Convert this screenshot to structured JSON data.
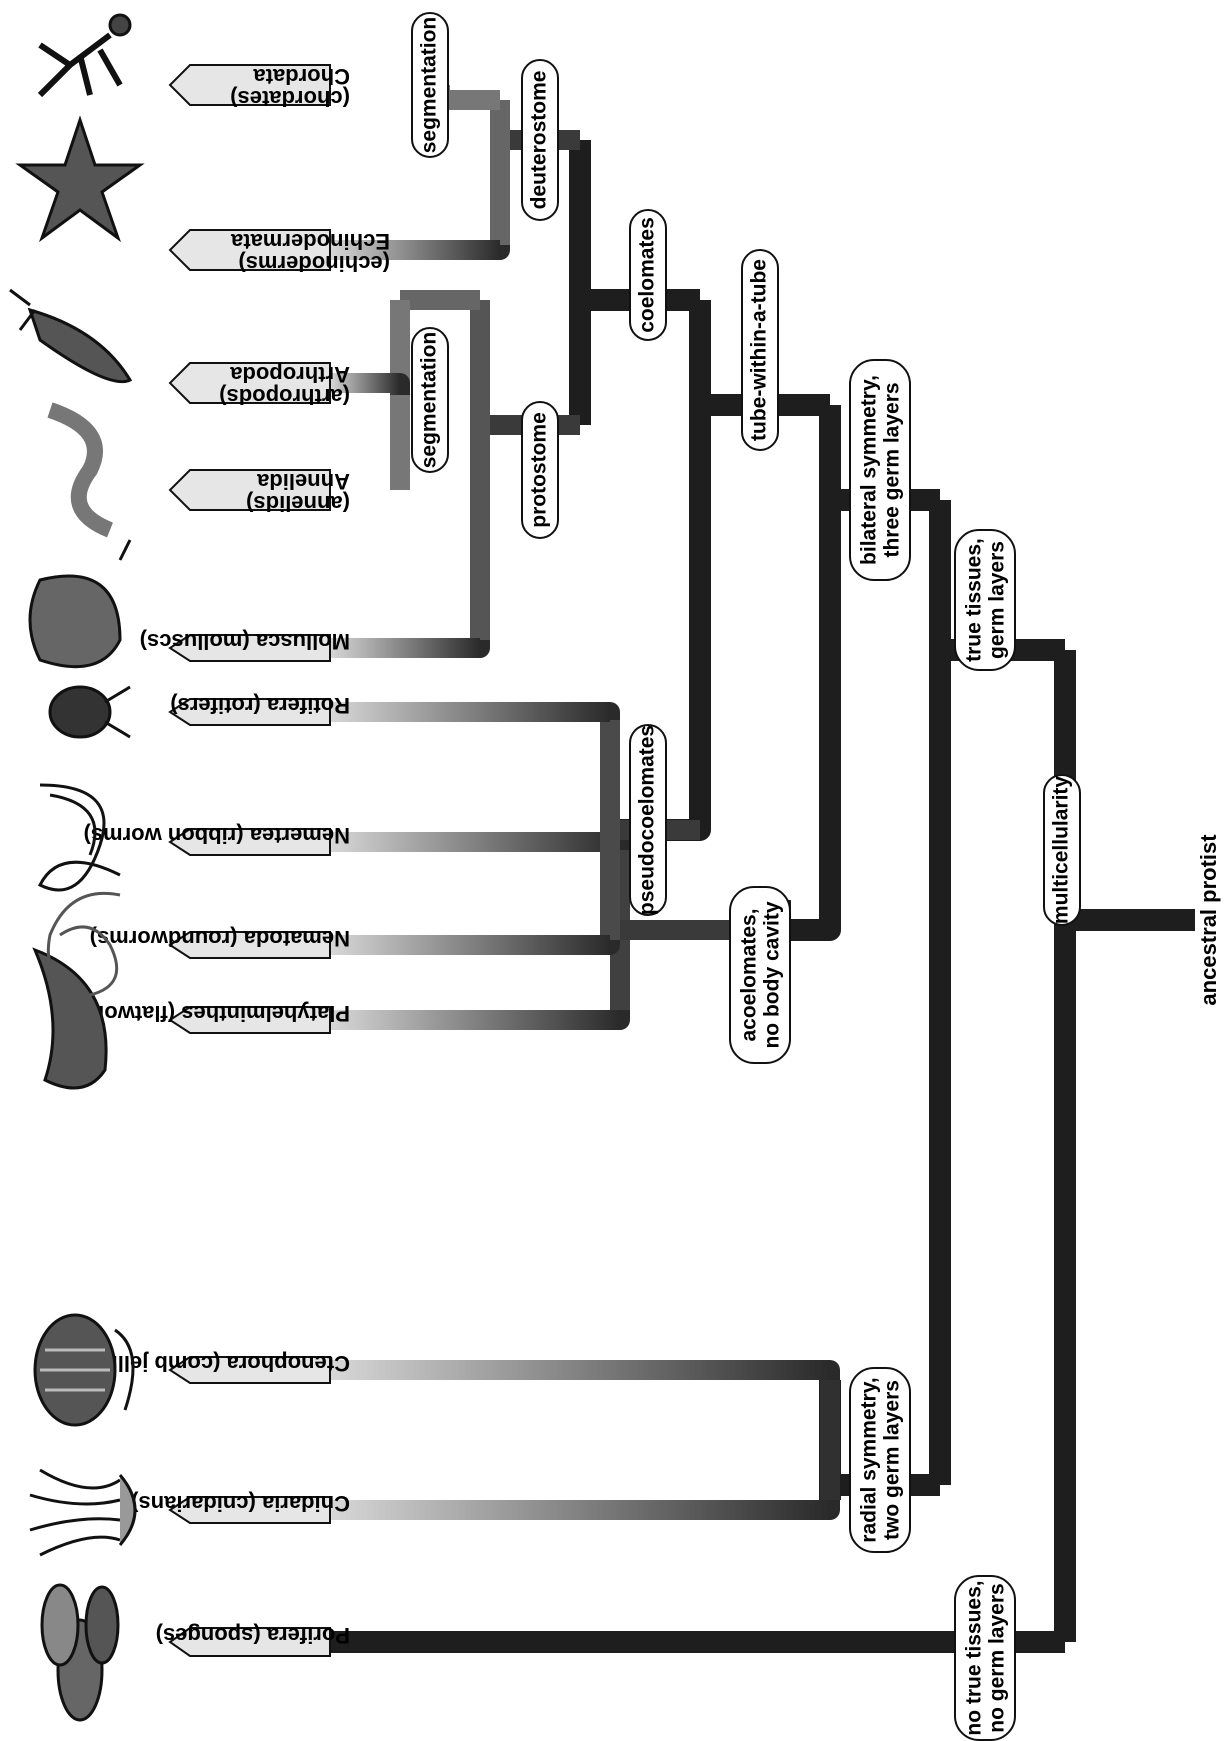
{
  "root": {
    "label": "ancestral protist"
  },
  "nodes": {
    "multicellularity": "multicellularity",
    "no_true_tissues": [
      "no true tissues,",
      "no germ layers"
    ],
    "true_tissues": [
      "true tissues,",
      "germ layers"
    ],
    "radial_symmetry": [
      "radial symmetry,",
      "two germ layers"
    ],
    "bilateral_symmetry": [
      "bilateral symmetry,",
      "three germ layers"
    ],
    "acoelomates": [
      "acoelomates,",
      "no body cavity"
    ],
    "tube_within_a_tube": "tube-within-a-tube",
    "pseudocoelomates": "pseudocoelomates",
    "coelomates": "coelomates",
    "protostome": "protostome",
    "deuterostome": "deuterostome",
    "segmentation_protostome": "segmentation",
    "segmentation_deuterostome": "segmentation"
  },
  "taxa": [
    {
      "id": "porifera",
      "label": "Porifera (sponges)",
      "icon": "sponge-icon"
    },
    {
      "id": "cnidaria",
      "label": "Cnidaria (cnidarians)",
      "icon": "jellyfish-icon"
    },
    {
      "id": "ctenophora",
      "label": "Ctenophora (comb jellies)",
      "icon": "comb-jelly-icon"
    },
    {
      "id": "platyhelminthes",
      "label": "Platyhelminthes (flatworms)",
      "icon": "flatworm-icon"
    },
    {
      "id": "nemertea",
      "label": "Nemertea (ribbon worms)",
      "icon": "ribbon-worm-icon"
    },
    {
      "id": "nematoda",
      "label": "Nematoda (roundworms)",
      "icon": "roundworm-icon"
    },
    {
      "id": "rotifera",
      "label": "Rotifera (rotifers)",
      "icon": "rotifer-icon"
    },
    {
      "id": "mollusca",
      "label": "Mollusca (molluscs)",
      "icon": "snail-icon"
    },
    {
      "id": "annelida",
      "label": [
        "Annelida",
        "(annelids)"
      ],
      "icon": "earthworm-icon"
    },
    {
      "id": "arthropoda",
      "label": [
        "Arthropoda",
        "(arthropods)"
      ],
      "icon": "lobster-icon"
    },
    {
      "id": "echinodermata",
      "label": [
        "Echinodermata",
        "(echinoderms)"
      ],
      "icon": "starfish-icon"
    },
    {
      "id": "chordata",
      "label": [
        "Chordata",
        "(chordates)"
      ],
      "icon": "human-icon"
    }
  ],
  "colors": {
    "trunk": "#1e1e1e",
    "light": "#c8c8c8",
    "mid": "#707070"
  }
}
